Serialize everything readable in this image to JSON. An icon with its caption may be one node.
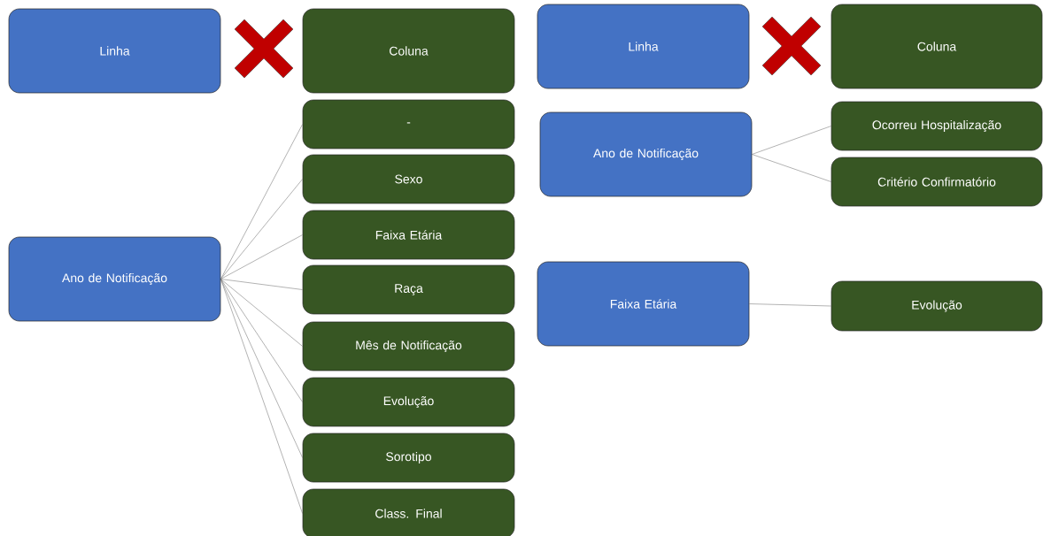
{
  "diagram": {
    "nodes": [
      {
        "text": [
          "Linha"
        ]
      },
      {
        "text": [
          "Coluna"
        ]
      },
      {
        "text": [
          "Ano de Notificação"
        ]
      },
      {
        "text": [
          "-"
        ]
      },
      {
        "text": [
          "Sexo"
        ]
      },
      {
        "text": [
          "Faixa Etária"
        ]
      },
      {
        "text": [
          "Raça"
        ]
      },
      {
        "text": [
          "Mês de Notificação"
        ]
      },
      {
        "text": [
          "Evolução"
        ]
      },
      {
        "text": [
          "Sorotipo"
        ]
      },
      {
        "text": [
          "Class. Final"
        ]
      },
      {
        "text": [
          "Linha"
        ]
      },
      {
        "text": [
          "Coluna"
        ]
      },
      {
        "text": [
          "Ano de Notificação"
        ]
      },
      {
        "text": [
          "Ocorreu Hospitalização"
        ]
      },
      {
        "text": [
          "Critério Confirmatório"
        ]
      },
      {
        "text": [
          "Faixa Etária"
        ]
      },
      {
        "text": [
          "Evolução"
        ]
      }
    ],
    "edges": [
      {
        "from": 2,
        "to": 3,
        "arrow": "none"
      },
      {
        "from": 2,
        "to": 4,
        "arrow": "none"
      },
      {
        "from": 2,
        "to": 5,
        "arrow": "none"
      },
      {
        "from": 2,
        "to": 6,
        "arrow": "none"
      },
      {
        "from": 2,
        "to": 7,
        "arrow": "none"
      },
      {
        "from": 2,
        "to": 8,
        "arrow": "none"
      },
      {
        "from": 2,
        "to": 9,
        "arrow": "none"
      },
      {
        "from": 2,
        "to": 10,
        "arrow": "none"
      },
      {
        "from": 13,
        "to": 14,
        "arrow": "none"
      },
      {
        "from": 13,
        "to": 15,
        "arrow": "none"
      },
      {
        "from": 16,
        "to": 17,
        "arrow": "none"
      }
    ]
  }
}
